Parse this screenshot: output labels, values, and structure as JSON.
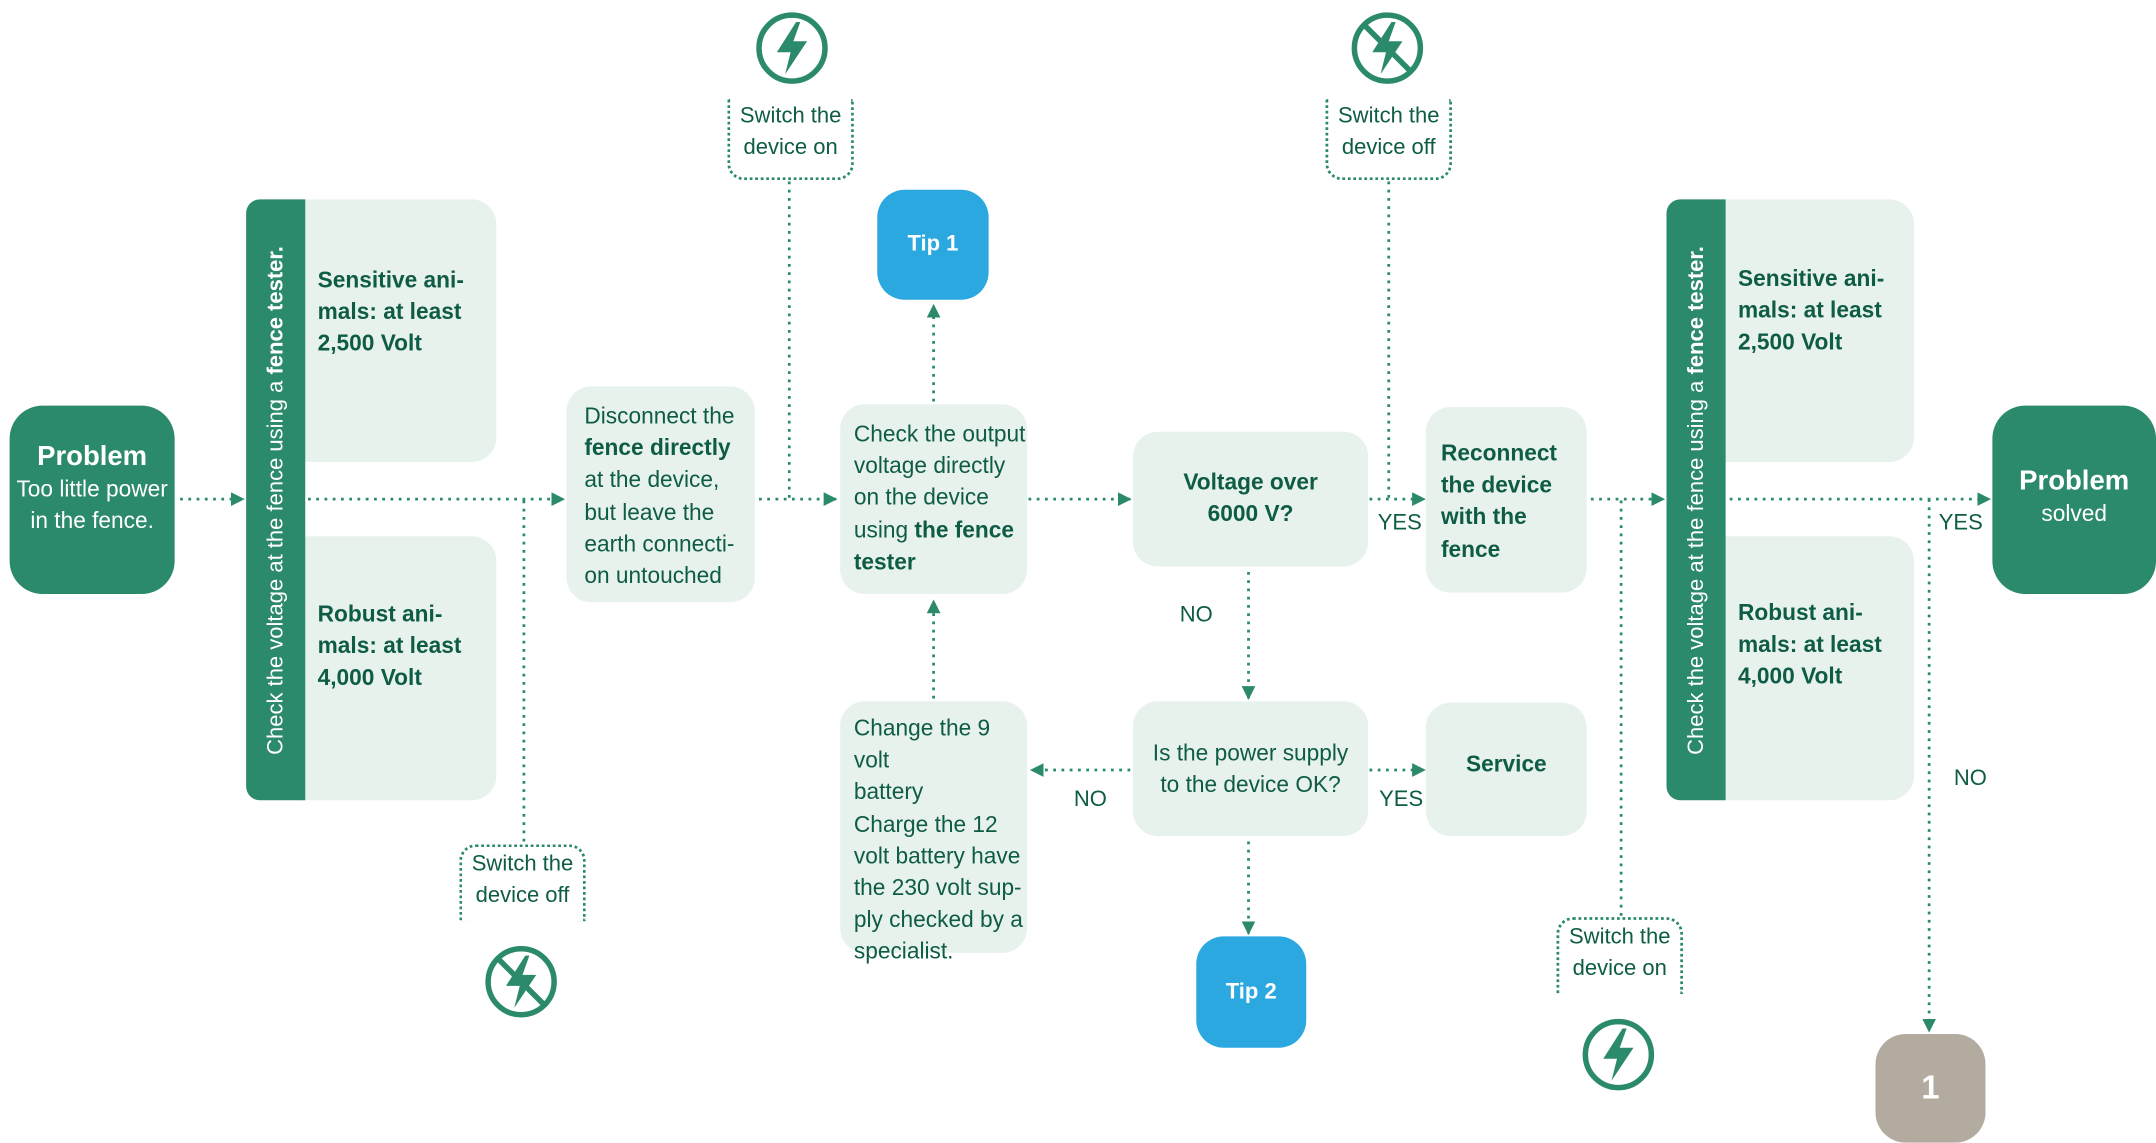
{
  "colors": {
    "dark_green": "#2c8a6c",
    "light_green": "#e8f2ed",
    "text_green": "#0e5c45",
    "tip_blue": "#2ba8e0",
    "reference_grey": "#b4aba0"
  },
  "problem_start": {
    "title": "Problem",
    "line1": "Too little power",
    "line2": "in the fence."
  },
  "problem_end": {
    "title": "Problem",
    "subtitle": "solved"
  },
  "check_tester": {
    "prefix": "Check the voltage at the fence using a ",
    "bold": "fence tester."
  },
  "sensitive": {
    "line1": "Sensitive ani-",
    "line2": "mals: at least",
    "line3": "2,500 Volt"
  },
  "robust": {
    "line1": "Robust ani-",
    "line2": "mals: at least",
    "line3": "4,000 Volt"
  },
  "disconnect": {
    "line1": "Disconnect the",
    "line2_bold": "fence directly",
    "line3": "at the device,",
    "line4": "but leave the",
    "line5": "earth connecti-",
    "line6": "on untouched"
  },
  "check_output": {
    "line1": "Check the output",
    "line2": "voltage directly",
    "line3": "on the device",
    "line4_prefix": "using ",
    "line4_bold": "the fence",
    "line5_bold": "tester"
  },
  "voltage_question": {
    "line1": "Voltage over",
    "line2": "6000 V?"
  },
  "reconnect": {
    "line1": "Reconnect",
    "line2": "the device",
    "line3": "with the",
    "line4": "fence"
  },
  "power_supply": {
    "line1": "Is the power supply",
    "line2": "to the device OK?"
  },
  "service": {
    "label": "Service"
  },
  "change_battery": {
    "line1": "Change the 9 volt",
    "line2": "battery",
    "line3": "Charge the 12",
    "line4": "volt battery have",
    "line5": "the 230 volt sup-",
    "line6": "ply checked by a",
    "line7": "specialist."
  },
  "tip1": {
    "label": "Tip 1"
  },
  "tip2": {
    "label": "Tip 2"
  },
  "reference": {
    "label": "1"
  },
  "switch_notes": {
    "off_1": {
      "line1": "Switch the",
      "line2": "device off"
    },
    "on_1": {
      "line1": "Switch the",
      "line2": "device on"
    },
    "off_2": {
      "line1": "Switch the",
      "line2": "device off"
    },
    "on_2": {
      "line1": "Switch the",
      "line2": "device on"
    }
  },
  "icons": {
    "power_on": "lightning-bolt-circle-icon",
    "power_off": "lightning-bolt-circle-crossed-icon"
  },
  "edge_labels": {
    "yes_voltage": "YES",
    "no_voltage": "NO",
    "no_power": "NO",
    "yes_power": "YES",
    "yes_final": "YES",
    "no_final": "NO"
  }
}
